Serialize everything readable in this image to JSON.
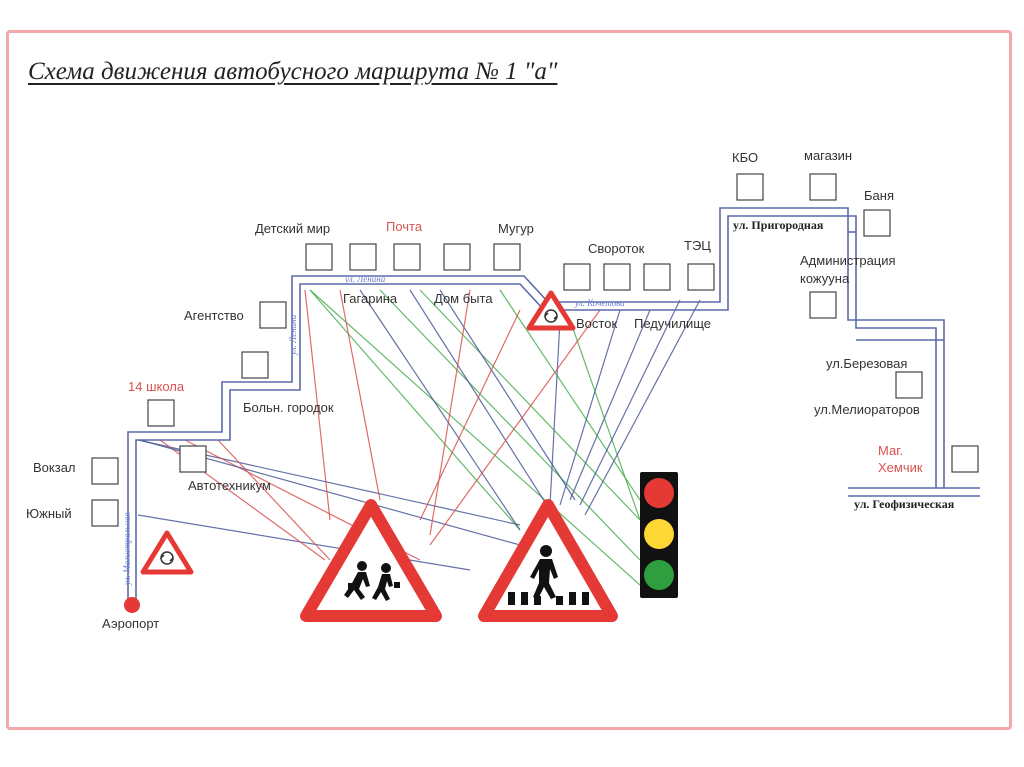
{
  "title": "Схема движения автобусного маршрута № 1 \"а\"",
  "stops": {
    "detsky_mir": "Детский мир",
    "pochta": "Почта",
    "mugur": "Мугур",
    "svorotok": "Свороток",
    "tec": "ТЭЦ",
    "kbo": "КБО",
    "magazin": "магазин",
    "banya": "Баня",
    "administraciya_1": "Администрация",
    "administraciya_2": "кожууна",
    "agentstvo": "Агентство",
    "gagarina": "Гагарина",
    "dom_byta": "Дом быта",
    "vostok": "Восток",
    "peduchilische": "Педучилище",
    "shkola14": "14 школа",
    "boln_gorodok": "Больн. городок",
    "vokzal": "Вокзал",
    "yuzhny": "Южный",
    "avtotehnikum": "Автотехникум",
    "aeroport": "Аэропорт",
    "berezovaya": "ул.Березовая",
    "melioratorov": "ул.Мелиораторов",
    "mag_hemchik_1": "Маг.",
    "mag_hemchik_2": "Хемчик"
  },
  "streets": {
    "prigorodnaya": "ул. Пригородная",
    "geofizicheskaya": "ул. Геофизическая"
  },
  "colors": {
    "route": "#5a6aa8",
    "line_red": "#d9534f",
    "line_green": "#4caf50",
    "line_blue": "#4a5a9a",
    "sign_red": "#e53935",
    "frame": "#f2a8ad"
  }
}
